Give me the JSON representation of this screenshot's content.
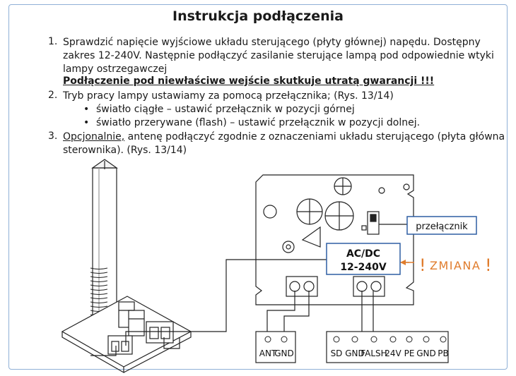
{
  "title": "Instrukcja podłączenia",
  "steps": {
    "s1_num": "1.",
    "s1_line1": "Sprawdzić napięcie wyjściowe układu sterującego (płyty głównej) napędu. Dostępny",
    "s1_line2": "zakres 12-240V. Następnie podłączyć zasilanie sterujące lampą pod odpowiednie wtyki",
    "s1_line3": "lampy ostrzegawczej",
    "s1_warning": "Podłączenie pod niewłaściwe wejście skutkuje utratą gwarancji !!!",
    "s2_num": "2.",
    "s2_line1": "Tryb pracy lampy ustawiamy za pomocą przełącznika; (Rys. 13/14)",
    "s2_bullet1": "światło ciągłe – ustawić przełącznik w pozycji górnej",
    "s2_bullet2": "światło przerywane (flash) – ustawić przełącznik w pozycji dolnej.",
    "s3_num": "3.",
    "s3_emph": "Opcjonalnie,",
    "s3_line1_rest": " antenę podłączyć zgodnie z oznaczeniami układu sterującego (płyta główna",
    "s3_line2": "sterownika). (Rys. 13/14)"
  },
  "diagram": {
    "switch_label": "przełącznik",
    "acdc_line1": "AC/DC",
    "acdc_line2": "12-240V",
    "zmiana": "ZMIANA",
    "exclaim": "!",
    "terminals_left": [
      "ANT",
      "GND"
    ],
    "terminals_right": [
      "SD",
      "GND",
      "FALSH",
      "24V",
      "PE",
      "GND",
      "PB"
    ]
  },
  "colors": {
    "accent_orange": "#e07c2c",
    "callout_border": "#2e5fa3",
    "frame_blue": "#8fb0d6"
  }
}
